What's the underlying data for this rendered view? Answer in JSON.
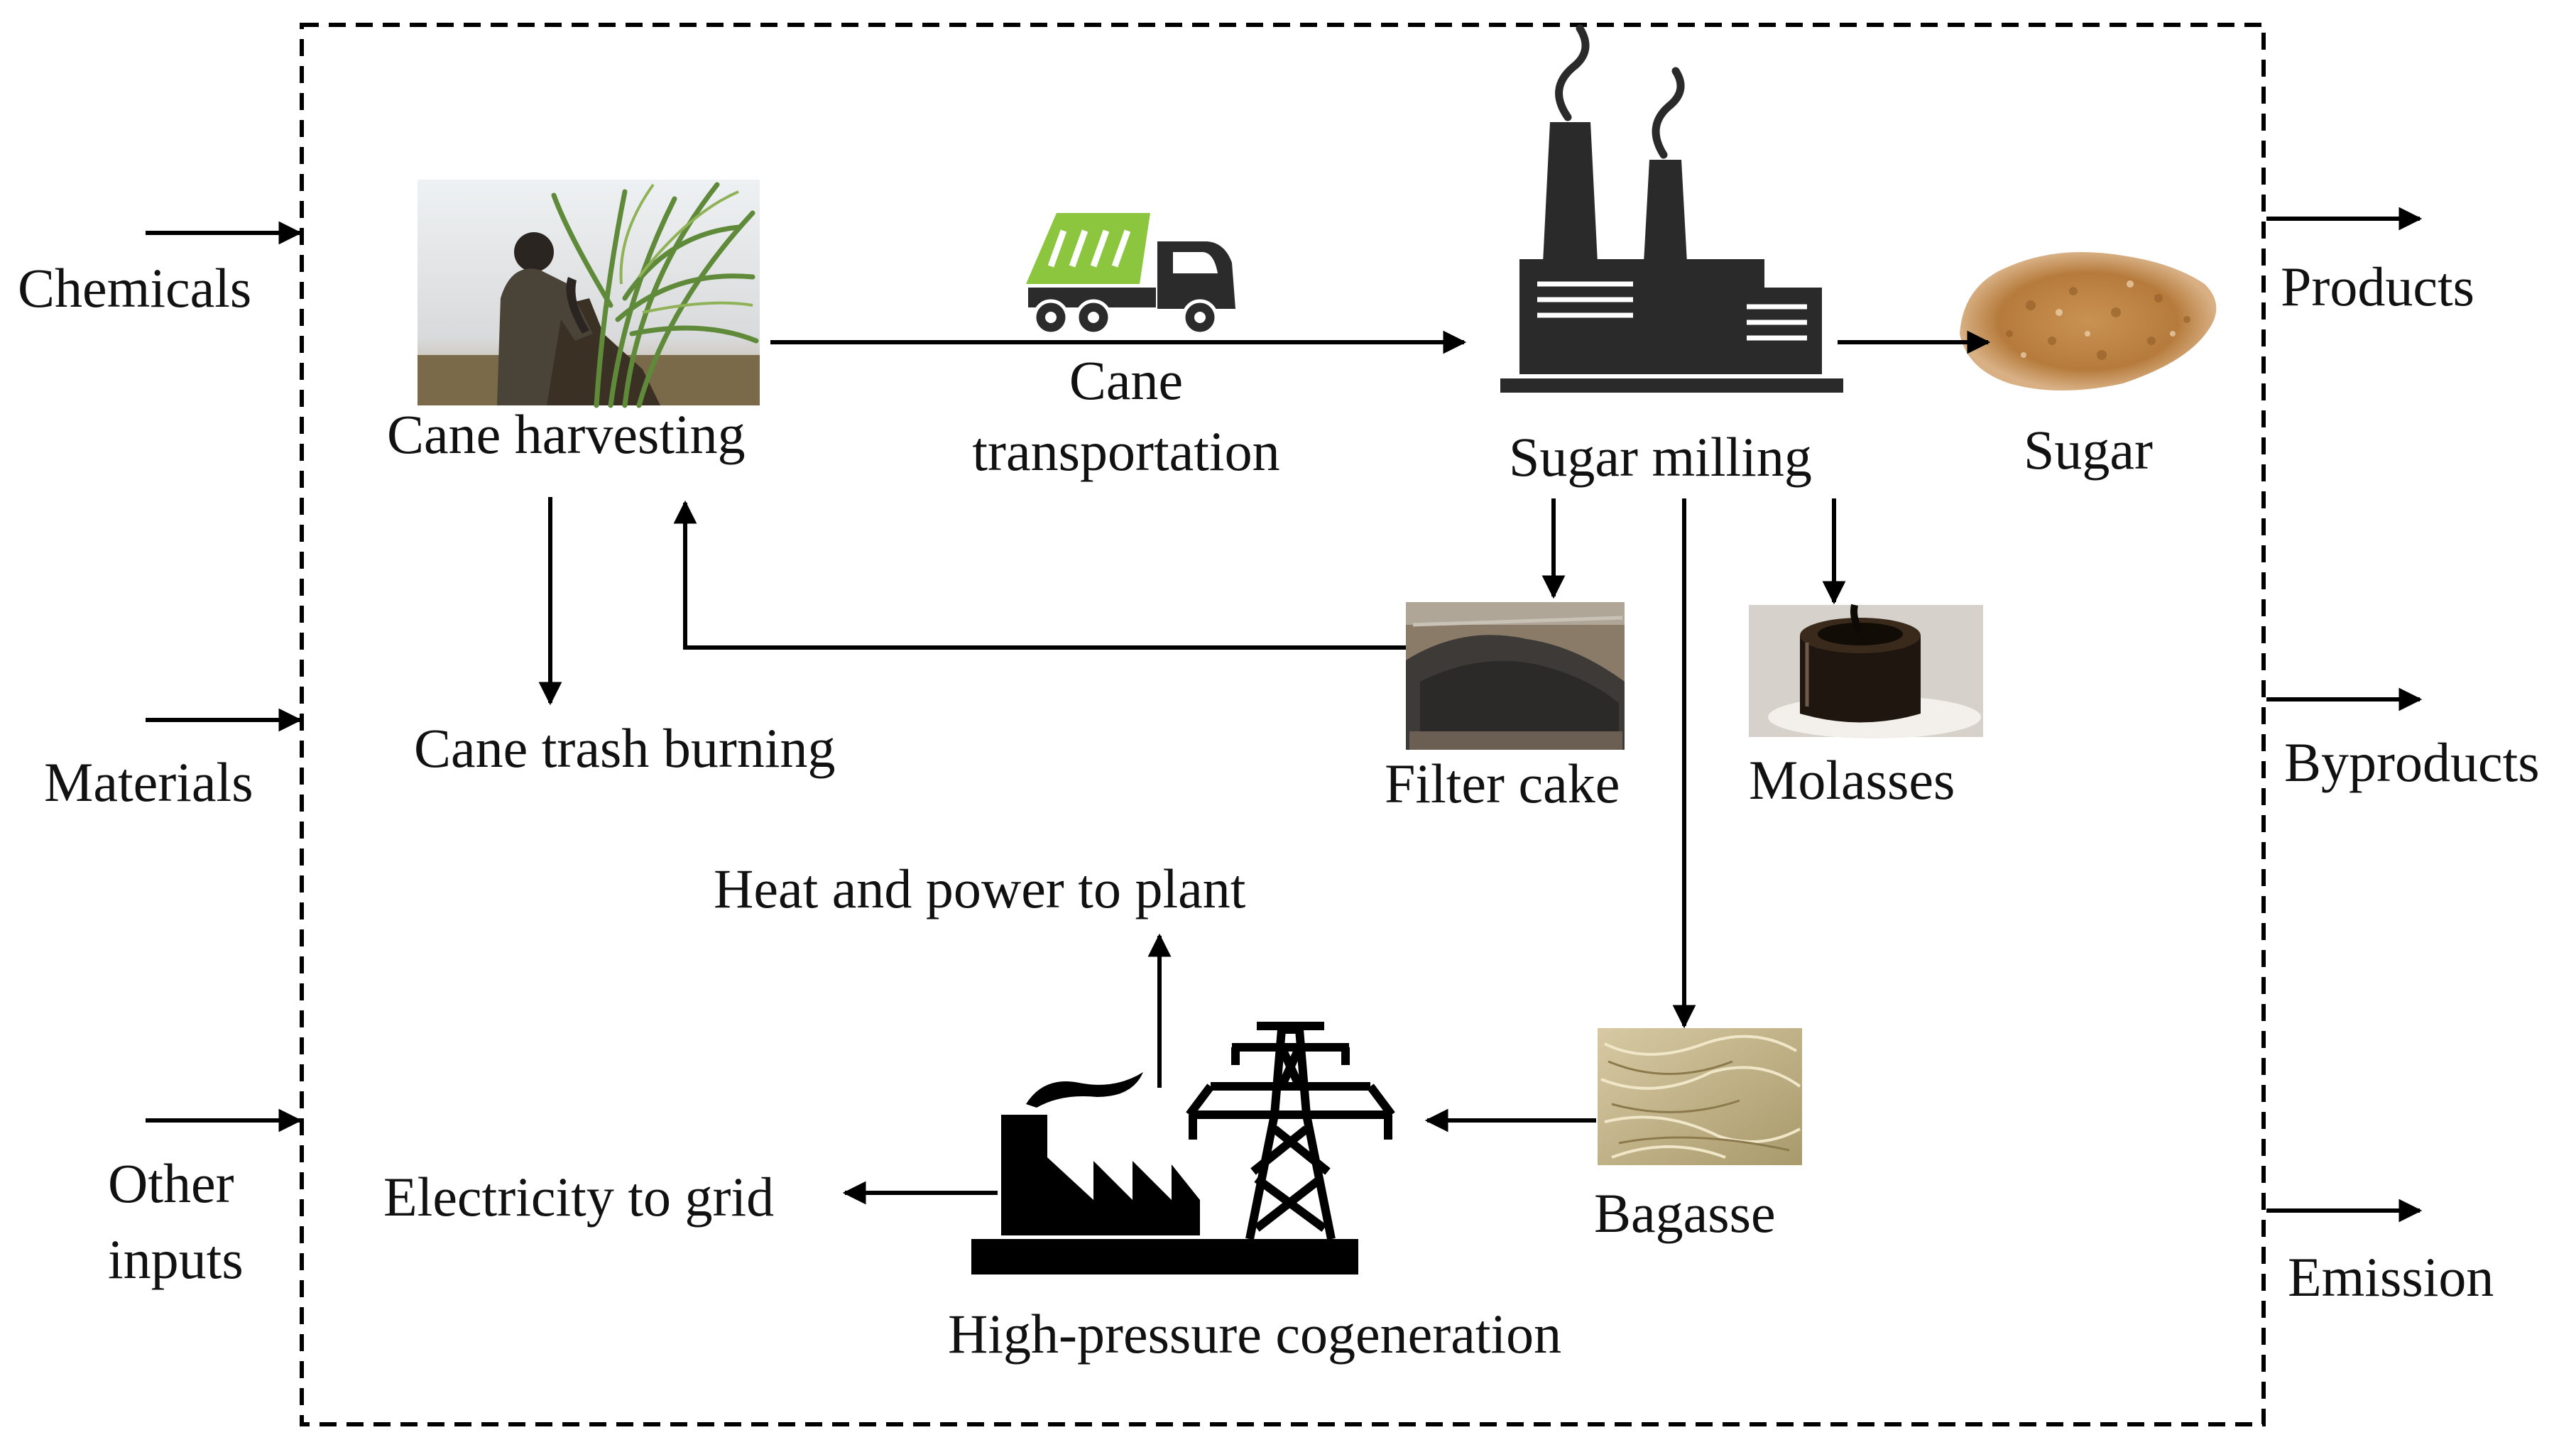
{
  "inputs": {
    "chemicals": "Chemicals",
    "materials": "Materials",
    "other_line1": "Other",
    "other_line2": "inputs"
  },
  "outputs": {
    "products": "Products",
    "byproducts": "Byproducts",
    "emission": "Emission"
  },
  "nodes": {
    "cane_harvesting": "Cane harvesting",
    "cane_transport_line1": "Cane",
    "cane_transport_line2": "transportation",
    "sugar_milling": "Sugar milling",
    "sugar": "Sugar",
    "cane_trash_burning": "Cane trash burning",
    "filter_cake": "Filter cake",
    "molasses": "Molasses",
    "heat_power": "Heat and power to plant",
    "electricity_grid": "Electricity to grid",
    "bagasse": "Bagasse",
    "cogeneration": "High-pressure cogeneration"
  },
  "icons": {
    "harvest_photo": "sugarcane-harvest-photo",
    "truck": "dump-truck-icon",
    "factory": "sugar-mill-factory-icon",
    "sugar_photo": "sugar-pile-photo",
    "filter_cake_photo": "filter-cake-photo",
    "molasses_photo": "molasses-jar-photo",
    "bagasse_photo": "bagasse-photo",
    "cogeneration": "cogeneration-plant-icon",
    "tower": "power-tower-icon"
  },
  "colors": {
    "truck_body": "#8cc63f",
    "line": "#000000"
  }
}
